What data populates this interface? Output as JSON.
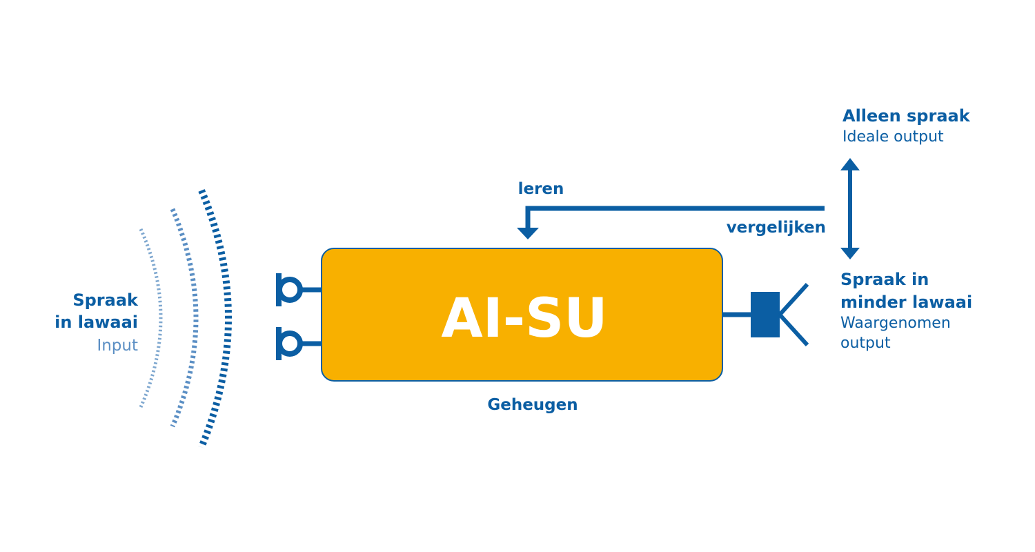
{
  "colors": {
    "primary_blue": "#0b5ea3",
    "light_blue": "#7ea7cf",
    "mid_blue": "#5b8fc4",
    "box_fill": "#f8b000",
    "box_title": "#ffffff"
  },
  "processor": {
    "title": "AI-SU",
    "memory_label": "Geheugen"
  },
  "input": {
    "line1": "Spraak",
    "line2": "in lawaai",
    "sub": "Input"
  },
  "ideal": {
    "title": "Alleen spraak",
    "sub": "Ideale output"
  },
  "perceived": {
    "title_line1": "Spraak in",
    "title_line2": "minder lawaai",
    "sub_line1": "Waargenomen",
    "sub_line2": "output"
  },
  "feedback": {
    "learn_label": "leren",
    "compare_label": "vergelijken"
  },
  "icons": {
    "microphones": "microphone-icon",
    "speaker": "speaker-icon",
    "sound_waves": "sound-wave-icon"
  }
}
